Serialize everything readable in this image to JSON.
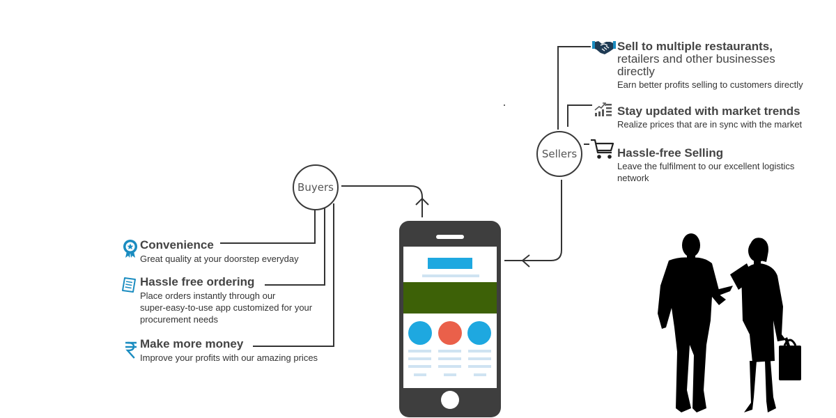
{
  "buyers": {
    "label": "Buyers",
    "features": [
      {
        "title": "Convenience",
        "description": "Great quality at your doorstep everyday",
        "icon": "award-badge-icon"
      },
      {
        "title": "Hassle free ordering",
        "description": "Place orders instantly through our super-easy-to-use app customized for your procurement needs",
        "description_lines": [
          "Place orders instantly through our",
          "super-easy-to-use app customized for your",
          "procurement needs"
        ],
        "icon": "order-receipt-icon"
      },
      {
        "title": "Make more money",
        "description": "Improve your profits with our amazing prices",
        "icon": "rupee-icon"
      }
    ]
  },
  "sellers": {
    "label": "Sellers",
    "features": [
      {
        "title": "Sell to multiple restaurants,",
        "title_rest_lines": [
          "retailers and other businesses",
          "directly"
        ],
        "description": "Earn better profits selling to customers directly",
        "icon": "handshake-icon"
      },
      {
        "title": "Stay updated with market trends",
        "description": "Realize prices that are in sync with the market",
        "icon": "trend-chart-icon"
      },
      {
        "title": "Hassle-free Selling",
        "description_lines": [
          "Leave the fulfilment to our excellent logistics",
          "network"
        ],
        "icon": "shopping-cart-icon"
      }
    ]
  },
  "colors": {
    "accent_blue": "#1ea8e0",
    "accent_red": "#ea604a",
    "banner_green": "#3d6107",
    "phone_body": "#3e3e3e",
    "placeholder_lines": "#cfe3f2",
    "icon_blue": "#1a8cc0"
  }
}
